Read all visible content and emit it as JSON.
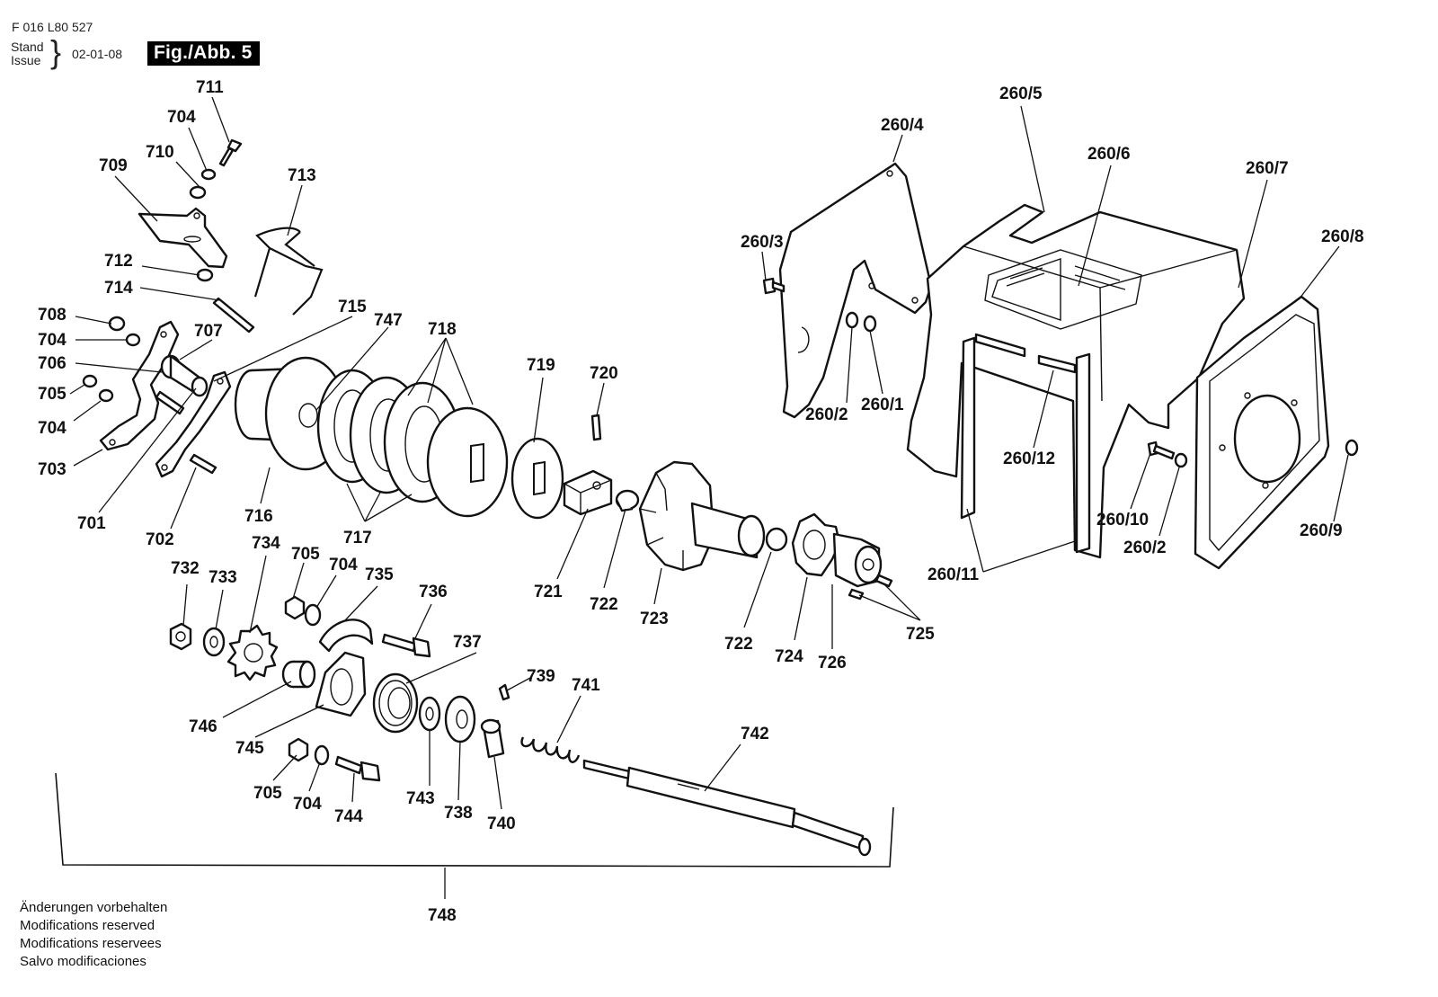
{
  "header": {
    "doc_number": "F 016 L80 527",
    "stand_label": "Stand",
    "issue_label": "Issue",
    "date": "02-01-08",
    "figure_label": "Fig./Abb. 5"
  },
  "footer": {
    "notes": [
      "Änderungen vorbehalten",
      "Modifications reserved",
      "Modifications reservees",
      "Salvo modificaciones"
    ]
  },
  "callouts": [
    "711",
    "704",
    "710",
    "709",
    "713",
    "712",
    "714",
    "708",
    "704",
    "707",
    "715",
    "747",
    "718",
    "706",
    "705",
    "704",
    "703",
    "701",
    "702",
    "716",
    "717",
    "719",
    "720",
    "721",
    "722",
    "723",
    "722",
    "724",
    "726",
    "725",
    "732",
    "733",
    "734",
    "705",
    "704",
    "735",
    "736",
    "737",
    "746",
    "745",
    "739",
    "741",
    "742",
    "705",
    "704",
    "744",
    "743",
    "738",
    "740",
    "748",
    "260/5",
    "260/4",
    "260/6",
    "260/7",
    "260/8",
    "260/3",
    "260/2",
    "260/1",
    "260/12",
    "260/10",
    "260/2",
    "260/11",
    "260/9"
  ]
}
